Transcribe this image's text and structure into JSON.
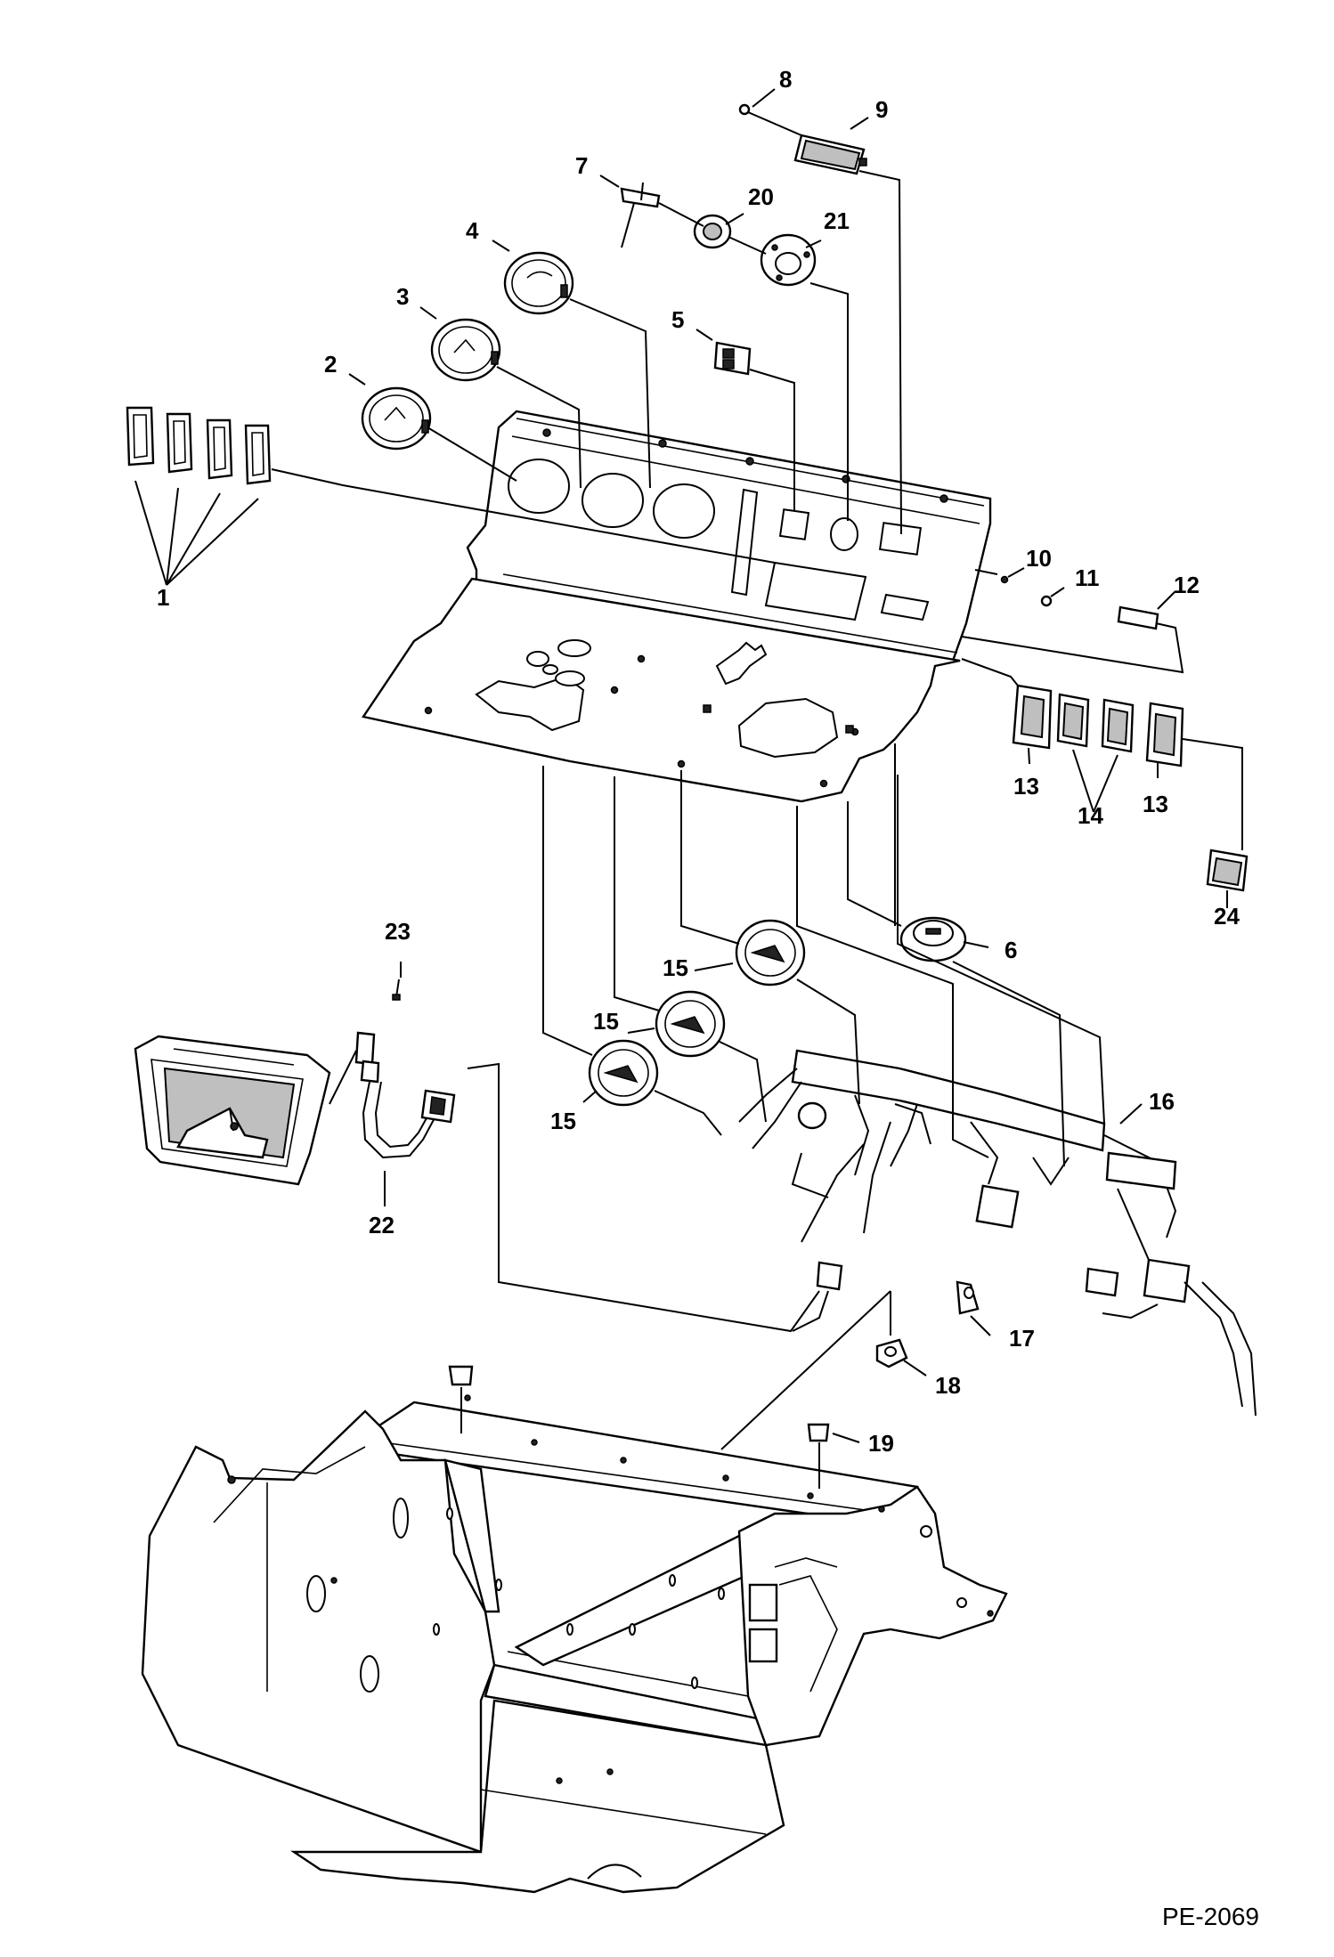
{
  "callouts": {
    "c1": "1",
    "c2": "2",
    "c3": "3",
    "c4": "4",
    "c5": "5",
    "c6": "6",
    "c7": "7",
    "c8": "8",
    "c9": "9",
    "c10": "10",
    "c11": "11",
    "c12": "12",
    "c13a": "13",
    "c13b": "13",
    "c14": "14",
    "c15a": "15",
    "c15b": "15",
    "c15c": "15",
    "c16": "16",
    "c17": "17",
    "c18": "18",
    "c19": "19",
    "c20": "20",
    "c21": "21",
    "c22": "22",
    "c23": "23",
    "c24": "24"
  },
  "drawing_code": "PE-2069",
  "colors": {
    "line": "#000000",
    "background": "#ffffff",
    "shade": "#bfbfbf"
  }
}
